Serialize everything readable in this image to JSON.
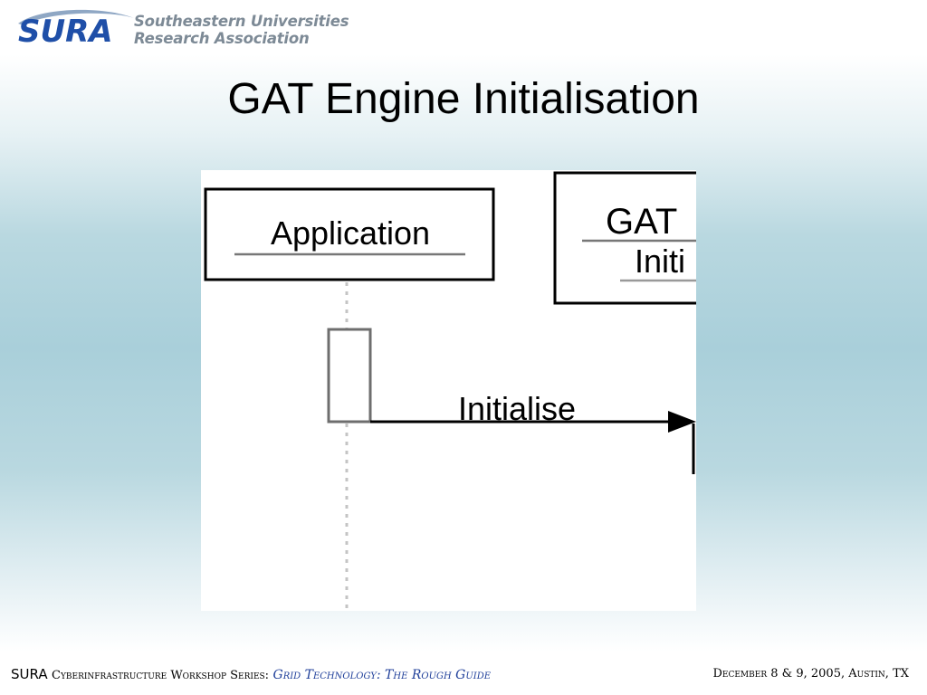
{
  "header": {
    "logo_mark": "SURA",
    "logo_line1": "Southeastern Universities",
    "logo_line2": "Research Association"
  },
  "slide": {
    "title": "GAT Engine Initialisation"
  },
  "diagram": {
    "box_application": "Application",
    "box_gat": "GAT",
    "box_gat_sub": "Initi",
    "message": "Initialise"
  },
  "footer": {
    "sura": "SURA",
    "series": "Cyberinfrastructure Workshop Series:",
    "guide": "Grid Technology: The Rough Guide",
    "date": "December 8 & 9, 2005, Austin, TX"
  },
  "colors": {
    "brand_blue": "#1f4fa8",
    "logo_gray": "#7d8a96",
    "footer_blue": "#1f3f9a"
  }
}
